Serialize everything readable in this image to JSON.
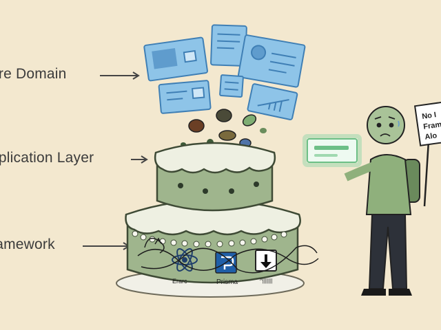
{
  "labels": {
    "core_domain": "ore Domain",
    "application_layer": "pplication Layer",
    "framework": "ramework"
  },
  "sign": {
    "lines": [
      "No I",
      "Fram",
      "Alo"
    ]
  },
  "logos": {
    "electron_caption": "Erarc",
    "prisma_caption": "Prisma",
    "download_caption": "^|||||||"
  },
  "colors": {
    "background": "#f3e8cf",
    "cake_green": "#9fb58d",
    "frosting": "#eef0e2",
    "card_blue": "#8ec4e8",
    "card_border": "#3f7fb5",
    "person_green": "#8fb07c",
    "prisma_blue": "#1f5fa8"
  }
}
